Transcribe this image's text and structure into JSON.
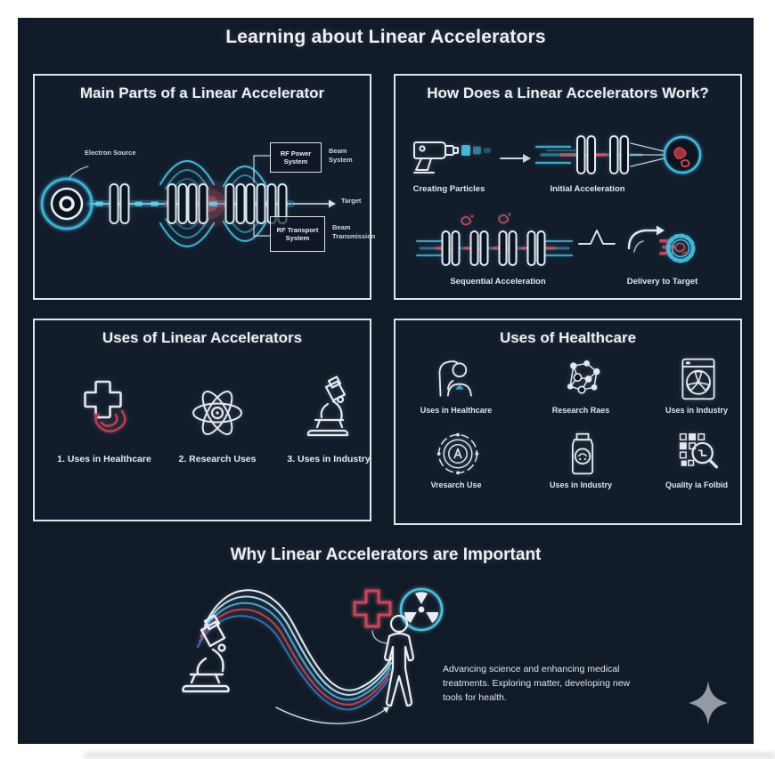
{
  "infographic": {
    "title": "Learning about Linear Accelerators",
    "footer": {
      "title": "Why Linear Accelerators are Important",
      "description": "Advancing science and enhancing medical treatments. Exploring matter, developing new tools for health."
    }
  },
  "main_parts": {
    "title": "Main Parts of a Linear Accelerator",
    "electron_source": "Electron Source",
    "rf_power_system": "RF Power System",
    "beam_system": "Beam System",
    "target": "Target",
    "rf_transport_system": "RF Transport System",
    "beam_transmission": "Beam Transmission"
  },
  "how_it_works": {
    "title": "How Does a Linear Accelerators Work?",
    "steps": [
      {
        "icon": "electron-gun-icon",
        "label": "Creating Particles"
      },
      {
        "icon": "accelerating-cavities-icon",
        "label": "Initial Acceleration"
      },
      {
        "icon": "sequential-cavities-icon",
        "label": "Sequential Acceleration"
      },
      {
        "icon": "gear-target-icon",
        "label": "Delivery to Target"
      }
    ]
  },
  "uses_of_linacs": {
    "title": "Uses of Linear Accelerators",
    "items": [
      {
        "icon": "medical-cross-icon",
        "label": "1. Uses in Healthcare"
      },
      {
        "icon": "atom-icon",
        "label": "2. Research Uses"
      },
      {
        "icon": "microscope-icon",
        "label": "3. Uses in Industry"
      }
    ]
  },
  "uses_of_healthcare": {
    "title": "Uses of Healthcare",
    "items": [
      {
        "icon": "caregiver-icon",
        "label": "Uses in Healthcare"
      },
      {
        "icon": "molecule-icon",
        "label": "Research Raes"
      },
      {
        "icon": "industrial-machine-icon",
        "label": "Uses in Industry"
      },
      {
        "icon": "target-dial-icon",
        "label": "Vresarch Use"
      },
      {
        "icon": "container-icon",
        "label": "Uses in Industry"
      },
      {
        "icon": "qr-magnifier-icon",
        "label": "Quality ia Folbid"
      }
    ]
  },
  "colors": {
    "background": "#ffffff",
    "canvas": "#111a27",
    "panel_border": "#dfe5e8",
    "cyan_accent": "#3fc0e0",
    "red_accent": "#c83d4b",
    "white_line": "#e8eef2",
    "text": "#e6ebef",
    "sparkle": "#9aa2ac"
  }
}
